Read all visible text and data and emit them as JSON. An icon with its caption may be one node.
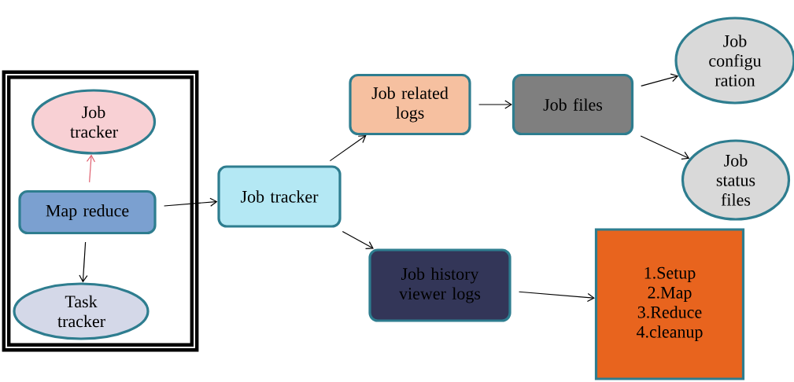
{
  "diagram": {
    "nodes": [
      {
        "text": [],
        "shape": "box"
      },
      {
        "text": [
          "Job tracker"
        ],
        "in": 0
      },
      {
        "text": [
          "Map reduce"
        ],
        "in": 0
      },
      {
        "text": [
          "Task tracker"
        ],
        "in": 0
      },
      {
        "text": [
          "Job tracker"
        ]
      },
      {
        "text": [
          "Job related logs"
        ]
      },
      {
        "text": [
          "Job files"
        ]
      },
      {
        "text": [
          "Job configu ration"
        ]
      },
      {
        "text": [
          "Job status files"
        ]
      },
      {
        "text": [
          "Job history viewer logs"
        ]
      },
      {
        "text": [
          "1.Setup",
          "2.Map",
          "3.Reduce",
          "4.cleanup"
        ]
      }
    ],
    "edges": [
      {
        "from": 2,
        "to": 1,
        "arrow": "to",
        "color": "#e06070"
      },
      {
        "from": 2,
        "to": 3,
        "arrow": "to"
      },
      {
        "from": 2,
        "to": 4,
        "arrow": "to"
      },
      {
        "from": 4,
        "to": 5,
        "arrow": "to"
      },
      {
        "from": 5,
        "to": 6,
        "arrow": "to"
      },
      {
        "from": 6,
        "to": 7,
        "arrow": "to"
      },
      {
        "from": 6,
        "to": 8,
        "arrow": "to"
      },
      {
        "from": 4,
        "to": 9,
        "arrow": "to"
      },
      {
        "from": 9,
        "to": 10,
        "arrow": "to"
      }
    ]
  }
}
